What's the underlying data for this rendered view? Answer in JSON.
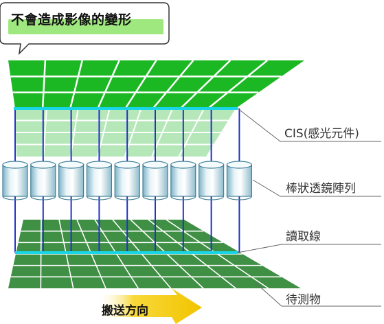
{
  "callout": {
    "text": "不會造成影像的變形"
  },
  "labels": {
    "cis": "CIS(感光元件)",
    "lens_array": "棒狀透鏡陣列",
    "read_line": "讀取線",
    "object": "待測物"
  },
  "direction": {
    "text": "搬送方向"
  },
  "colors": {
    "top_image_green": "#1cb824",
    "faded_image_green": "#b5e7b8",
    "object_green": "#3f8f45",
    "cyan_line": "#18d6e8",
    "blue_line": "#2233c8",
    "arrow_yellow": "#f2c400",
    "callout_highlight": "#9fe77f"
  },
  "lens_count": 9
}
